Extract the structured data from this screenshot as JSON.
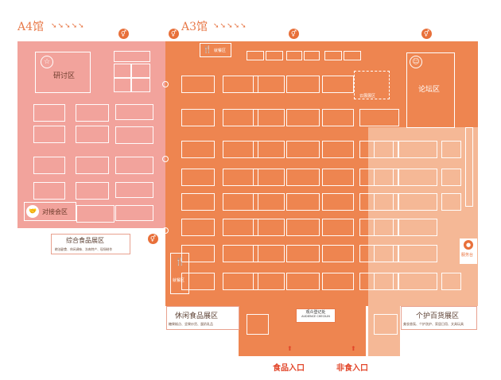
{
  "halls": {
    "a4": "A4馆",
    "a3": "A3馆"
  },
  "zones": {
    "seminar": "研讨区",
    "forum": "论坛区",
    "matchmaking": "对接会区",
    "dining_top": "就餐区",
    "dining_left": "就餐区",
    "cloud_exhibit": "云展展区",
    "registration_cn": "观众登记处",
    "registration_en": "AUDIENCE CHECK-IN",
    "service": "服务台"
  },
  "areas": {
    "general_food": {
      "title": "综合食品展区",
      "desc": "粮油副食、休闲调味、冻肉特产、现场制作"
    },
    "leisure_food": {
      "title": "休闲食品展区",
      "desc": "糖果糕点、坚果炒货、蛋奶乳品"
    },
    "personal_care": {
      "title": "个护百货展区",
      "desc": "美妆香氛、个护洗护、家居日用、文具玩具"
    }
  },
  "entrances": {
    "food": "食品入口",
    "non_food": "非食入口"
  },
  "colors": {
    "a4_hall": "#f2a39c",
    "a3_hall": "#ee8550",
    "personal_care_area": "#f5b896",
    "entrance_text": "#e2462a",
    "hall_title": "#e87a4a"
  },
  "icons": {
    "restroom": "restroom-icon",
    "dining": "dining-icon",
    "star": "star-icon",
    "handshake": "handshake-icon",
    "service": "person-icon",
    "entry_arrow": "entry-arrow-icon"
  }
}
